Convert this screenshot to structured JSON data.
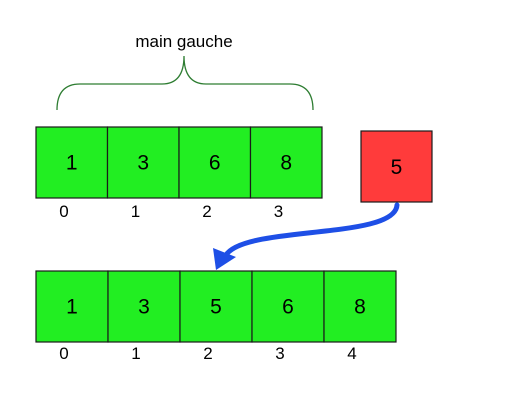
{
  "brace_label": "main gauche",
  "colors": {
    "cell_fill": "#22ee22",
    "new_card_fill": "#ff3b3b",
    "outline": "#1a1a1a",
    "brace": "#2e7d32",
    "arrow": "#1e4fe6"
  },
  "top_row": {
    "values": [
      "1",
      "3",
      "6",
      "8"
    ],
    "indices": [
      "0",
      "1",
      "2",
      "3"
    ]
  },
  "new_card": {
    "value": "5"
  },
  "bottom_row": {
    "values": [
      "1",
      "3",
      "5",
      "6",
      "8"
    ],
    "indices": [
      "0",
      "1",
      "2",
      "3",
      "4"
    ]
  }
}
